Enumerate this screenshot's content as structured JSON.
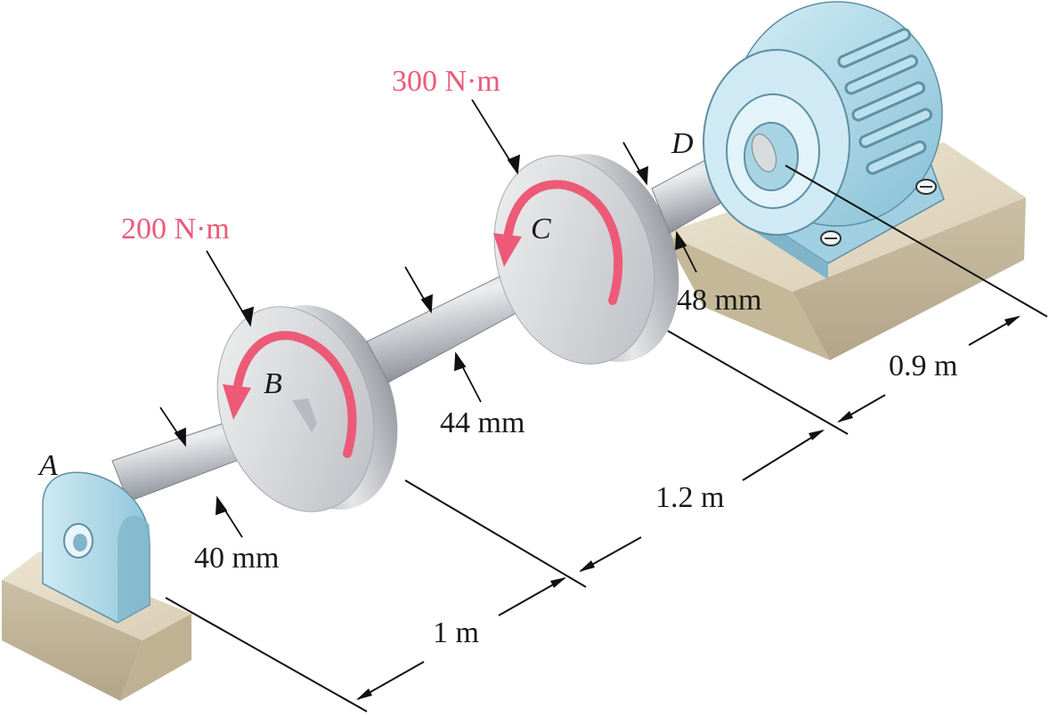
{
  "points": {
    "a": "A",
    "b": "B",
    "c": "C",
    "d": "D"
  },
  "torques": {
    "b": "200 N·m",
    "c": "300 N·m"
  },
  "diameters": {
    "ab": "40 mm",
    "bc": "44 mm",
    "cd": "48 mm"
  },
  "lengths": {
    "ab": "1 m",
    "bc": "1.2 m",
    "cd": "0.9 m"
  },
  "colors": {
    "torque": "#ec5a78",
    "shaft": "#c2c6cc",
    "disk": "#d2d4d8",
    "motor": "#a9d6e6",
    "base": "#cfc4ad"
  }
}
